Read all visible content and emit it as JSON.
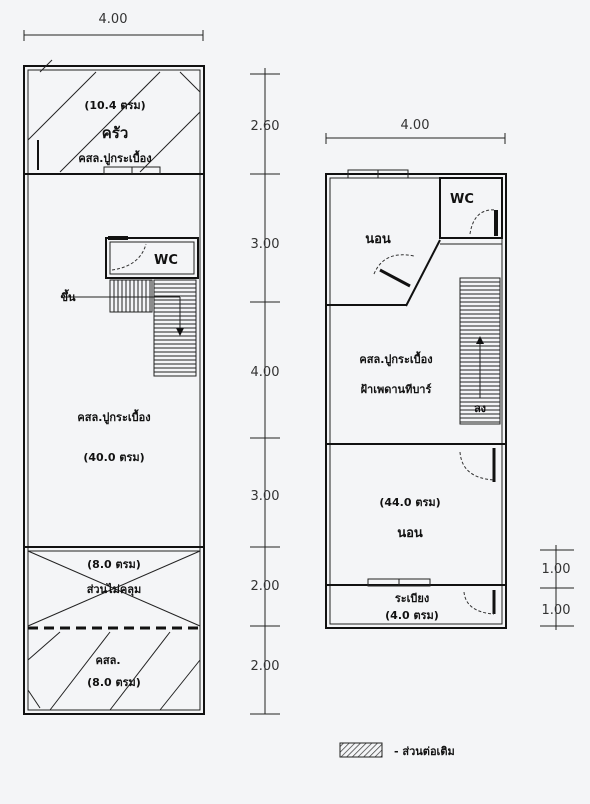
{
  "ground_floor": {
    "width_dim": "4.00",
    "kitchen": {
      "area": "(10.4 ตรม)",
      "name": "ครัว",
      "floor": "คสล.ปูกระเบื้อง"
    },
    "wc": "WC",
    "stair_label": "ขึ้น",
    "main_room": {
      "floor": "คสล.ปูกระเบื้อง",
      "area": "(40.0 ตรม)"
    },
    "covered_area": {
      "area": "(8.0 ตรม)",
      "name": "ส่วนไม่คลุม"
    },
    "front_yard": {
      "name": "คสล.",
      "area": "(8.0 ตรม)"
    },
    "vertical_dims": [
      "2.60",
      "3.00",
      "4.00",
      "3.00",
      "2.00",
      "2.00"
    ]
  },
  "upper_floor": {
    "width_dim": "4.00",
    "wc": "WC",
    "bedroom_back": "นอน",
    "hall": {
      "floor": "คสล.ปูกระเบื้อง",
      "ceiling": "ฝ้าเพดานทีบาร์"
    },
    "stair_label": "ลง",
    "bedroom_front": {
      "area": "(44.0 ตรม)",
      "name": "นอน"
    },
    "balcony": {
      "name": "ระเบียง",
      "area": "(4.0 ตรม)"
    },
    "vertical_dims": [
      "1.00",
      "1.00"
    ]
  },
  "legend": {
    "label": "- ส่วนต่อเติม"
  }
}
